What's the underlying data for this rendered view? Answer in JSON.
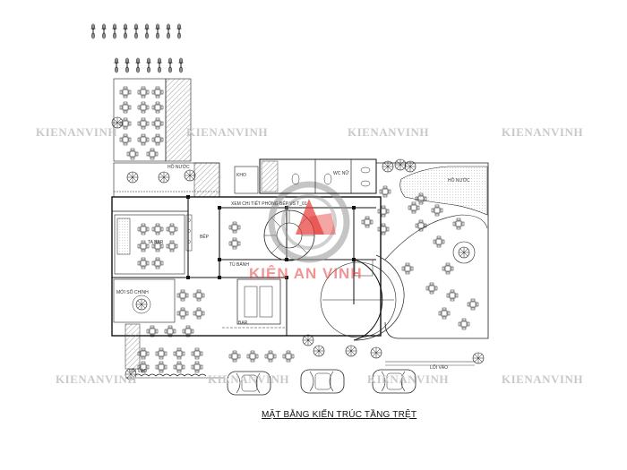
{
  "caption": "MẶT BẰNG KIẾN TRÚC TẦNG TRỆT",
  "watermark": "KIENANVINH",
  "logo_text": "KIÊN AN VINH",
  "labels": {
    "kho": "KHO",
    "wc_nu": "WC NỮ",
    "ho_nuoc_left": "HỒ NƯỚC",
    "ho_nuoc_right": "HỒ NƯỚC",
    "xem_chi_tiet": "XEM CHI TIẾT PHÒNG BẾP VS T_01",
    "bep": "BẾP",
    "ta_bar": "TA BAR",
    "tu_banh": "TỦ BÁNH",
    "bar": "BAR",
    "moi_so_chinh": "MỚI SỐ CHÍNH",
    "loi_vao_left": "LỐI VÀO",
    "loi_vao_right": "LỐI VÀO"
  },
  "colors": {
    "line": "#222222",
    "watermark": "#c9c9c9",
    "logo": "#e53935",
    "hatch": "#555555"
  }
}
